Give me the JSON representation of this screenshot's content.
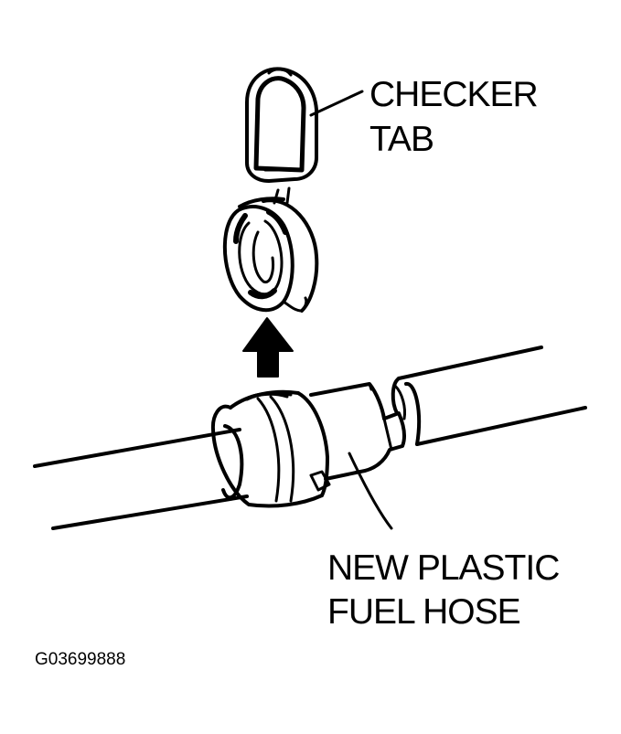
{
  "labels": {
    "checker_tab": [
      "CHECKER",
      "TAB"
    ],
    "fuel_hose": [
      "NEW PLASTIC",
      "FUEL HOSE"
    ],
    "figure_code": "G03699888"
  }
}
